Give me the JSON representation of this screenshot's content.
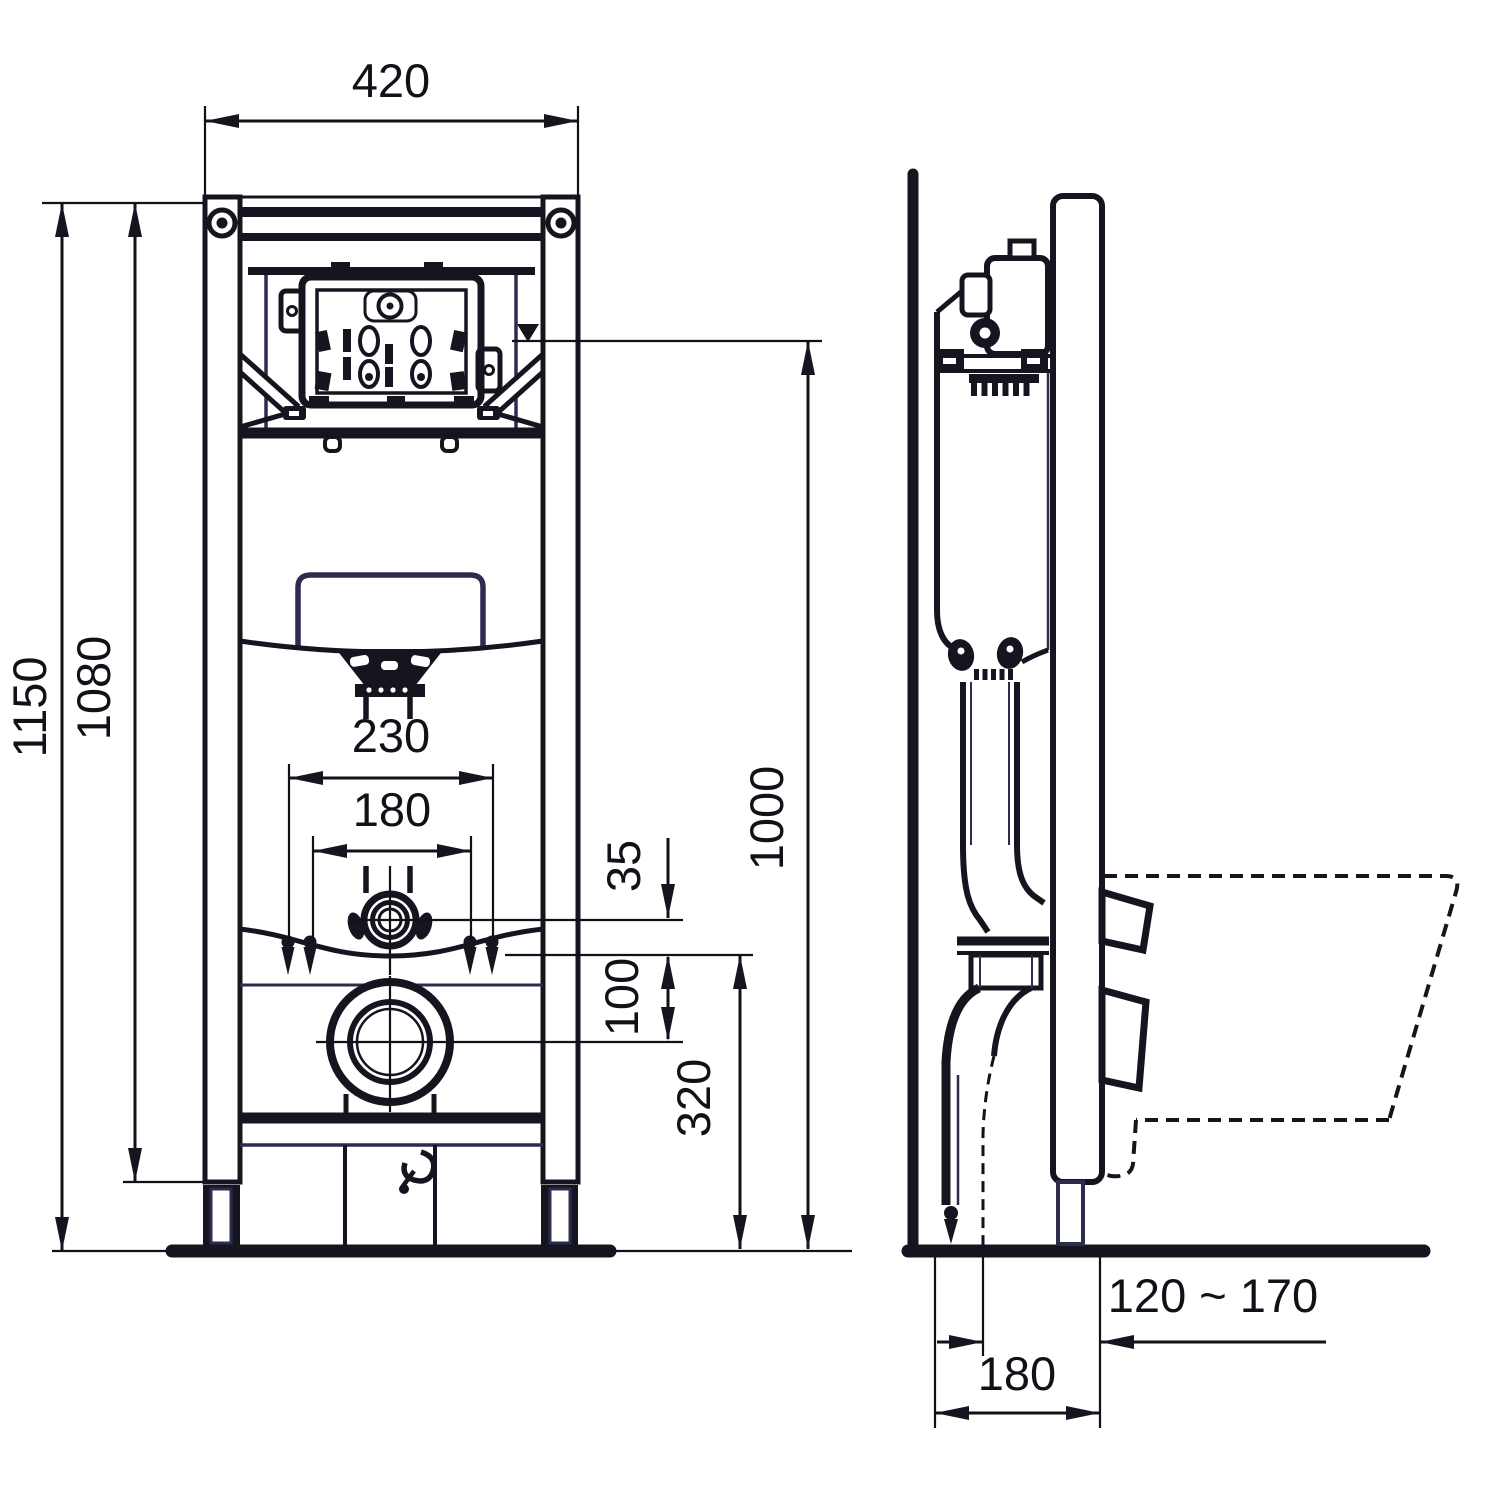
{
  "dimensions": {
    "front": {
      "frame_width": "420",
      "overall_height": "1150",
      "frame_height": "1080",
      "bolt_spacing_outer": "230",
      "bolt_spacing_inner": "180",
      "inlet_offset": "35",
      "inlet_to_outlet": "100",
      "outlet_height": "320",
      "level_height": "1000"
    },
    "side": {
      "offset_range": "120 ~ 170",
      "frame_depth": "180"
    }
  }
}
